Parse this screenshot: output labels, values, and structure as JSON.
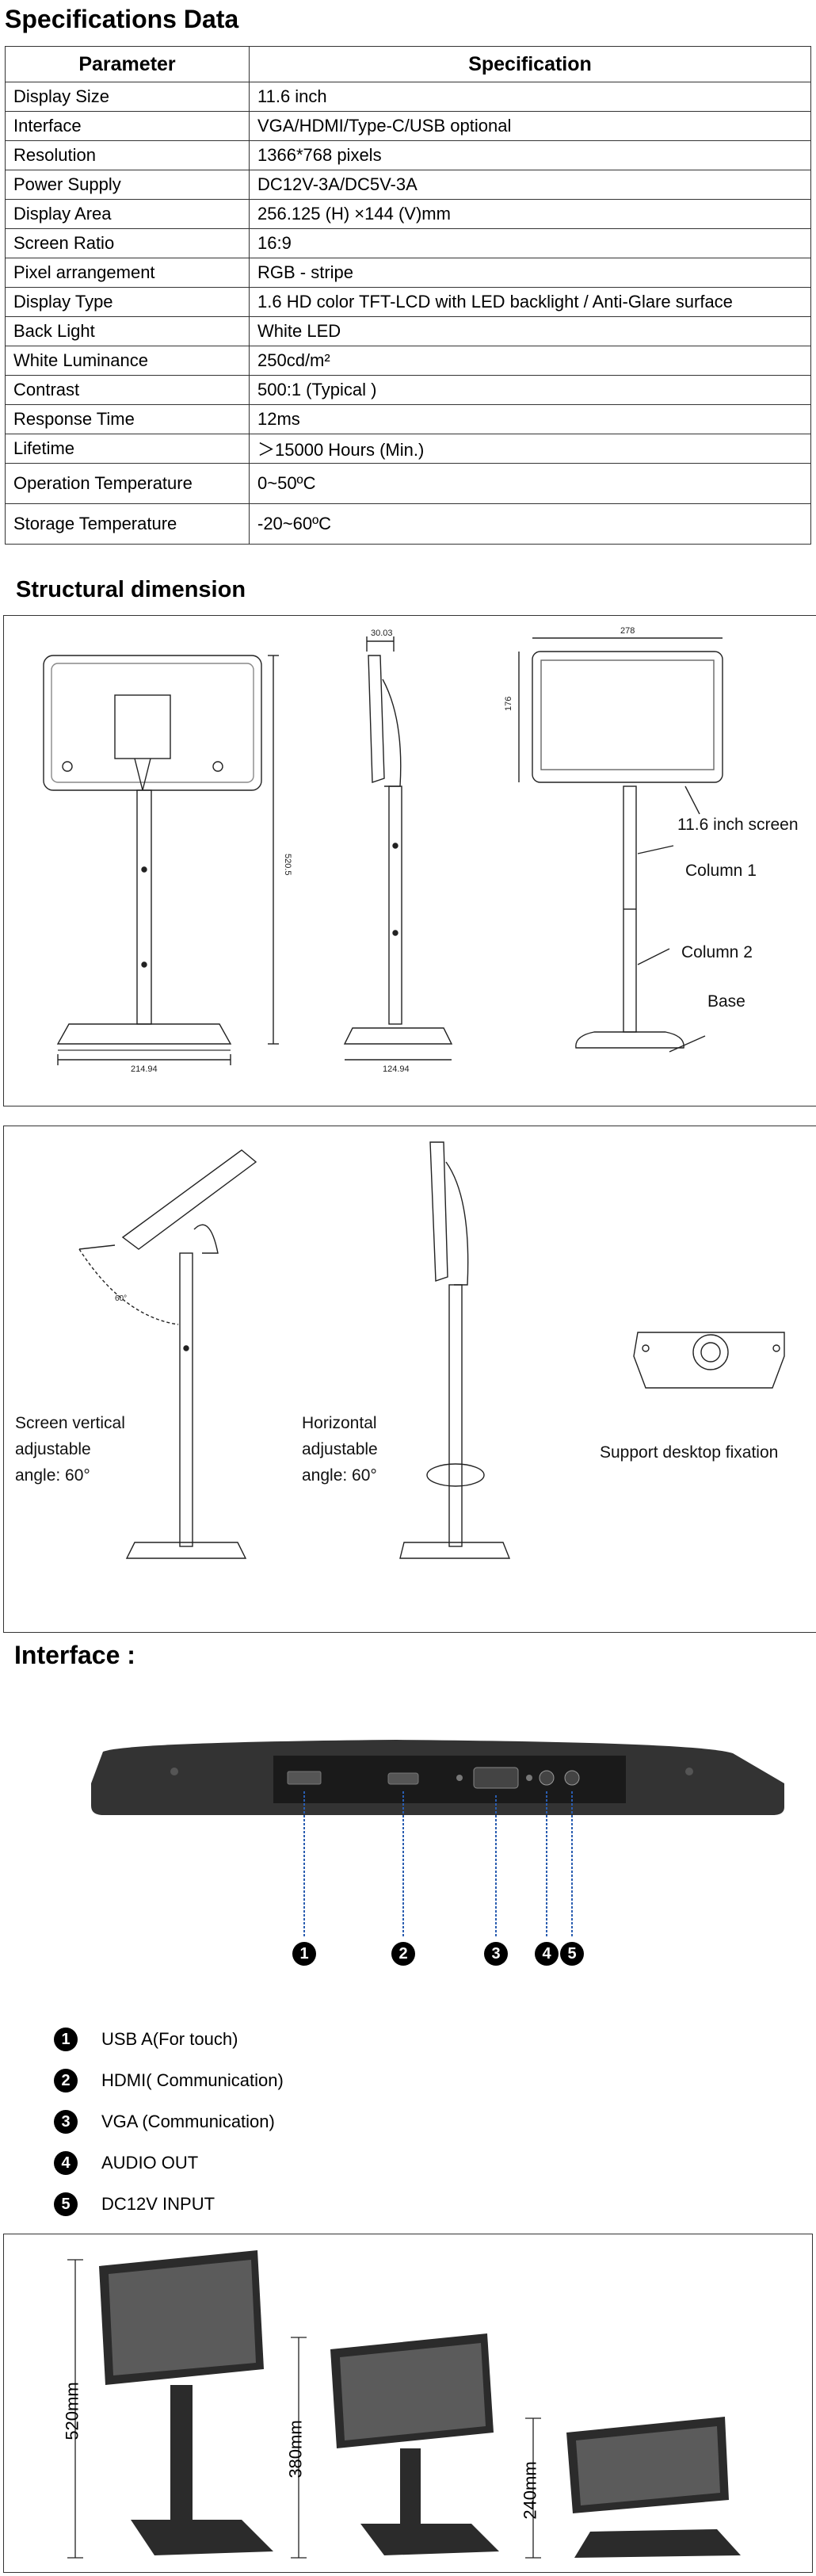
{
  "spec": {
    "title": "Specifications Data",
    "headers": [
      "Parameter",
      "Specification"
    ],
    "rows": [
      [
        "Display Size",
        "11.6 inch"
      ],
      [
        "Interface",
        "VGA/HDMI/Type-C/USB optional"
      ],
      [
        "Resolution",
        "1366*768 pixels"
      ],
      [
        "Power Supply",
        "DC12V-3A/DC5V-3A"
      ],
      [
        "Display Area",
        "256.125 (H) ×144 (V)mm"
      ],
      [
        "Screen Ratio",
        "16:9"
      ],
      [
        "Pixel arrangement",
        "RGB - stripe"
      ],
      [
        "Display Type",
        "1.6 HD color TFT-LCD with LED backlight / Anti-Glare surface"
      ],
      [
        "Back Light",
        "White LED"
      ],
      [
        "White Luminance",
        "250cd/m²"
      ],
      [
        "Contrast",
        "500:1 (Typical )"
      ],
      [
        "Response Time",
        "12ms"
      ],
      [
        "Lifetime",
        "＞15000 Hours (Min.)"
      ],
      [
        "Operation Temperature",
        "0~50ºC"
      ],
      [
        "Storage Temperature",
        "-20~60ºC"
      ]
    ]
  },
  "structural": {
    "title": "Structural dimension",
    "dims": {
      "back_width": "214.94",
      "back_height": "520.5",
      "side_top": "30.03",
      "side_base": "124.94",
      "front_width": "278",
      "front_height": "176"
    },
    "labels": {
      "screen": "11.6 inch screen",
      "column1": "Column 1",
      "column2": "Column 2",
      "base": "Base"
    }
  },
  "adjust": {
    "vertical": [
      "Screen  vertical",
      "adjustable",
      "angle: 60°"
    ],
    "horizontal": [
      "Horizontal",
      "adjustable",
      "angle: 60°"
    ],
    "desktop": "Support desktop fixation"
  },
  "interface": {
    "title": "Interface :",
    "ports": [
      {
        "num": "1",
        "label": "USB A(For touch)"
      },
      {
        "num": "2",
        "label": "HDMI( Communication)"
      },
      {
        "num": "3",
        "label": "VGA (Communication)"
      },
      {
        "num": "4",
        "label": "AUDIO OUT"
      },
      {
        "num": "5",
        "label": "DC12V INPUT"
      }
    ]
  },
  "heights": {
    "tall": "520mm",
    "mid": "380mm",
    "short": "240mm"
  }
}
